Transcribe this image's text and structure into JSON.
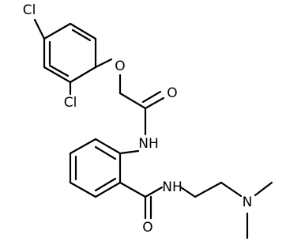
{
  "molecule": {
    "atoms": {
      "cl_top": "Cl",
      "cl_left": "Cl",
      "ether_o": "O",
      "amide1_o": "O",
      "amide1_n": "NH",
      "amide2_o": "O",
      "amide2_n": "NH",
      "amine_n": "N"
    }
  }
}
